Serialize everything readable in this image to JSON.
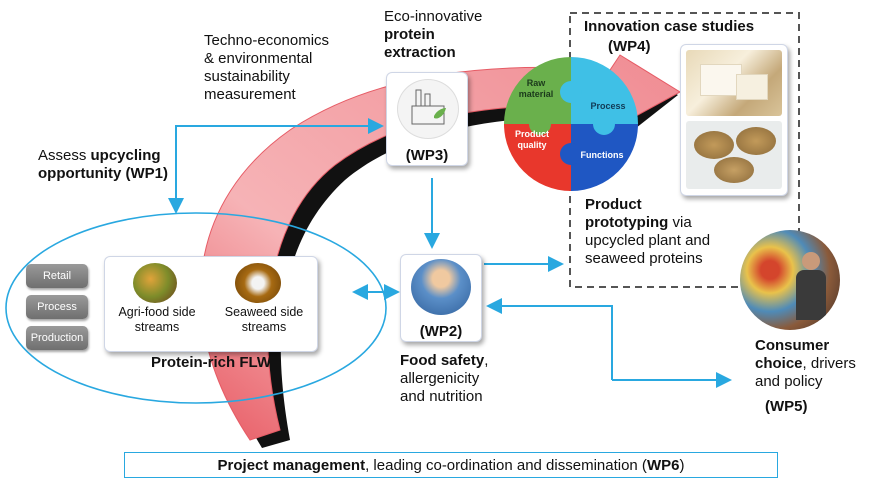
{
  "wp1": {
    "pre": "Assess ",
    "bold1": "upcycling",
    "bold2": "opportunity",
    "tag": "(WP1)"
  },
  "techno": {
    "line1": "Techno-economics",
    "line2": "& environmental",
    "line3": "sustainability",
    "line4": "measurement"
  },
  "wp3": {
    "line1": "Eco-innovative",
    "bold1": "protein",
    "bold2": "extraction",
    "tag": "(WP3)"
  },
  "wp4": {
    "title": "Innovation case studies",
    "tag": "(WP4)"
  },
  "puzzle": {
    "raw1": "Raw",
    "raw2": "material",
    "process": "Process",
    "quality1": "Product",
    "quality2": "quality",
    "functions": "Functions"
  },
  "prototype": {
    "bold1": "Product",
    "bold2": "prototyping",
    "tail1": " via",
    "line3": "upcycled plant and",
    "line4": "seaweed proteins"
  },
  "flw": {
    "buttons": [
      "Retail",
      "Process",
      "Production"
    ],
    "agri1": "Agri-food side",
    "agri2": "streams",
    "sea1": "Seaweed side",
    "sea2": "streams",
    "title": "Protein-rich FLW"
  },
  "wp2": {
    "tag": "(WP2)",
    "bold": "Food safety",
    "rest": ",",
    "line2": "allergenicity",
    "line3": "and nutrition"
  },
  "wp5": {
    "bold1": "Consumer",
    "bold2": "choice",
    "rest": ", drivers",
    "line3": "and policy",
    "tag": "(WP5)"
  },
  "wp6": {
    "bold": "Project management",
    "rest": ", leading co-ordination and dissemination (",
    "tag": "WP6",
    "close": ")"
  },
  "colors": {
    "arrow_blue": "#29a8e0",
    "puzzle_green": "#6ab04c",
    "puzzle_cyan": "#3fc0e6",
    "puzzle_red": "#e8372c",
    "puzzle_blue": "#1f57c3",
    "band_pink": "#f4a6aa"
  }
}
